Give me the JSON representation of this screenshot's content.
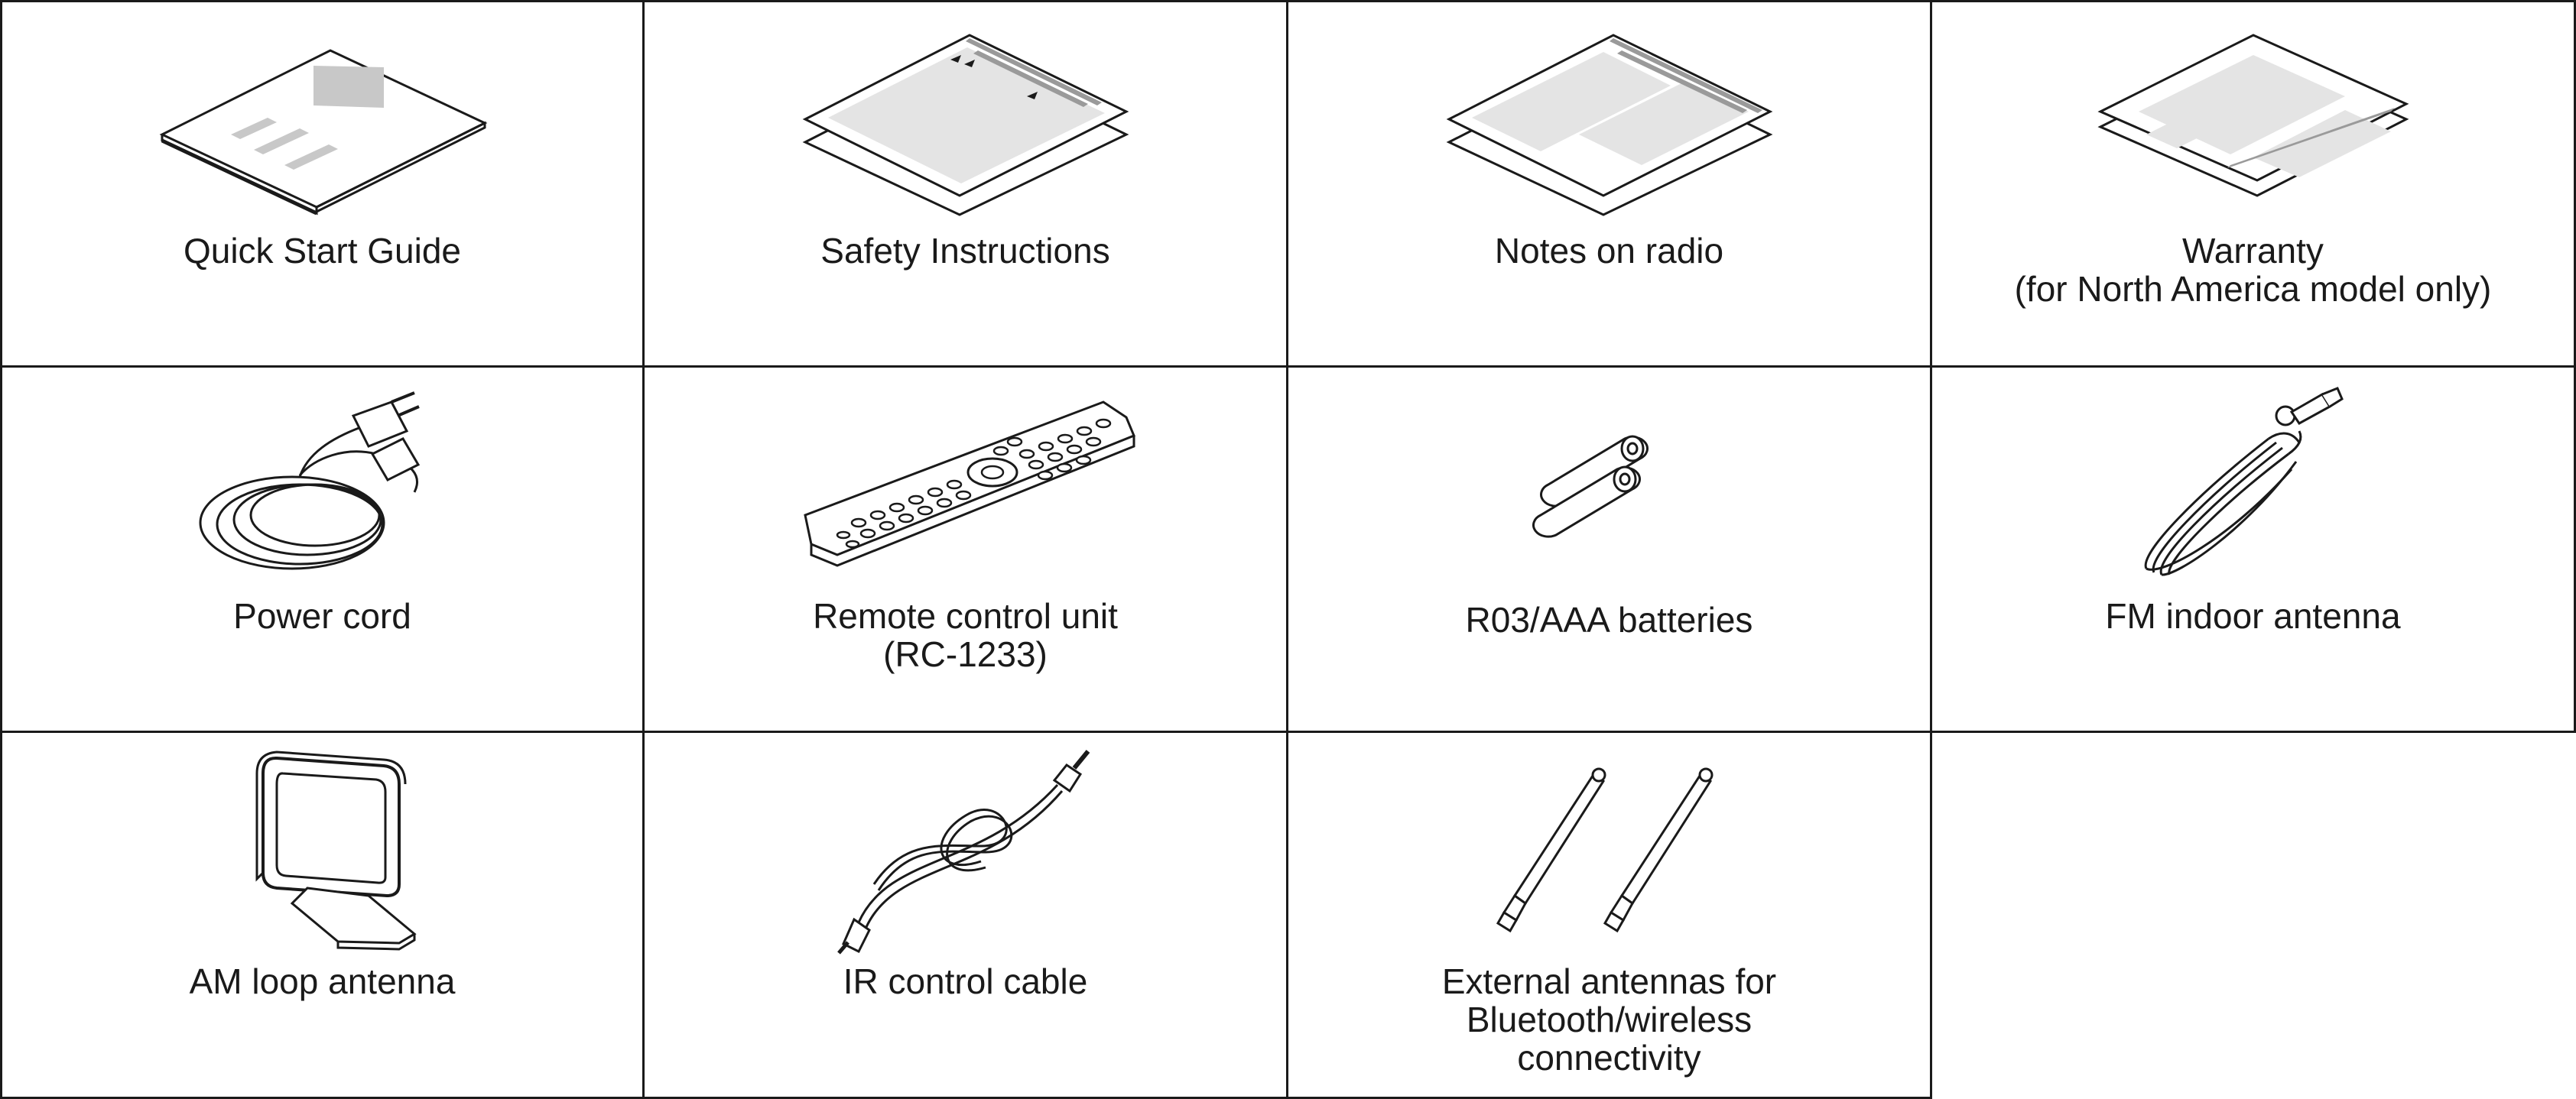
{
  "items": [
    {
      "name": "Quick Start Guide",
      "lines": [
        "Quick Start Guide"
      ],
      "icon": "quick-start-guide-booklet-icon"
    },
    {
      "name": "Safety Instructions",
      "lines": [
        "Safety Instructions"
      ],
      "icon": "safety-instructions-sheet-icon"
    },
    {
      "name": "Notes on radio",
      "lines": [
        "Notes on radio"
      ],
      "icon": "radio-notes-sheet-icon"
    },
    {
      "name": "Warranty",
      "lines": [
        "Warranty",
        "(for North America model only)"
      ],
      "icon": "warranty-sheet-icon"
    },
    {
      "name": "Power cord",
      "lines": [
        "Power cord"
      ],
      "icon": "power-cord-icon"
    },
    {
      "name": "Remote control unit",
      "lines": [
        "Remote control unit",
        "(RC-1233)"
      ],
      "icon": "remote-control-icon"
    },
    {
      "name": "R03/AAA batteries",
      "lines": [
        "R03/AAA batteries"
      ],
      "icon": "batteries-icon"
    },
    {
      "name": "FM indoor antenna",
      "lines": [
        "FM indoor antenna"
      ],
      "icon": "fm-antenna-icon"
    },
    {
      "name": "AM loop antenna",
      "lines": [
        "AM loop antenna"
      ],
      "icon": "am-loop-antenna-icon"
    },
    {
      "name": "IR control cable",
      "lines": [
        "IR control cable"
      ],
      "icon": "ir-cable-icon"
    },
    {
      "name": "External antennas for Bluetooth/wireless connectivity",
      "lines": [
        "External antennas for",
        "Bluetooth/wireless",
        "connectivity"
      ],
      "icon": "external-antennas-icon"
    }
  ],
  "colors": {
    "line": "#1a1a1a",
    "paper_fill": "#e4e4e4",
    "paper_bar": "#9a9a9a"
  }
}
